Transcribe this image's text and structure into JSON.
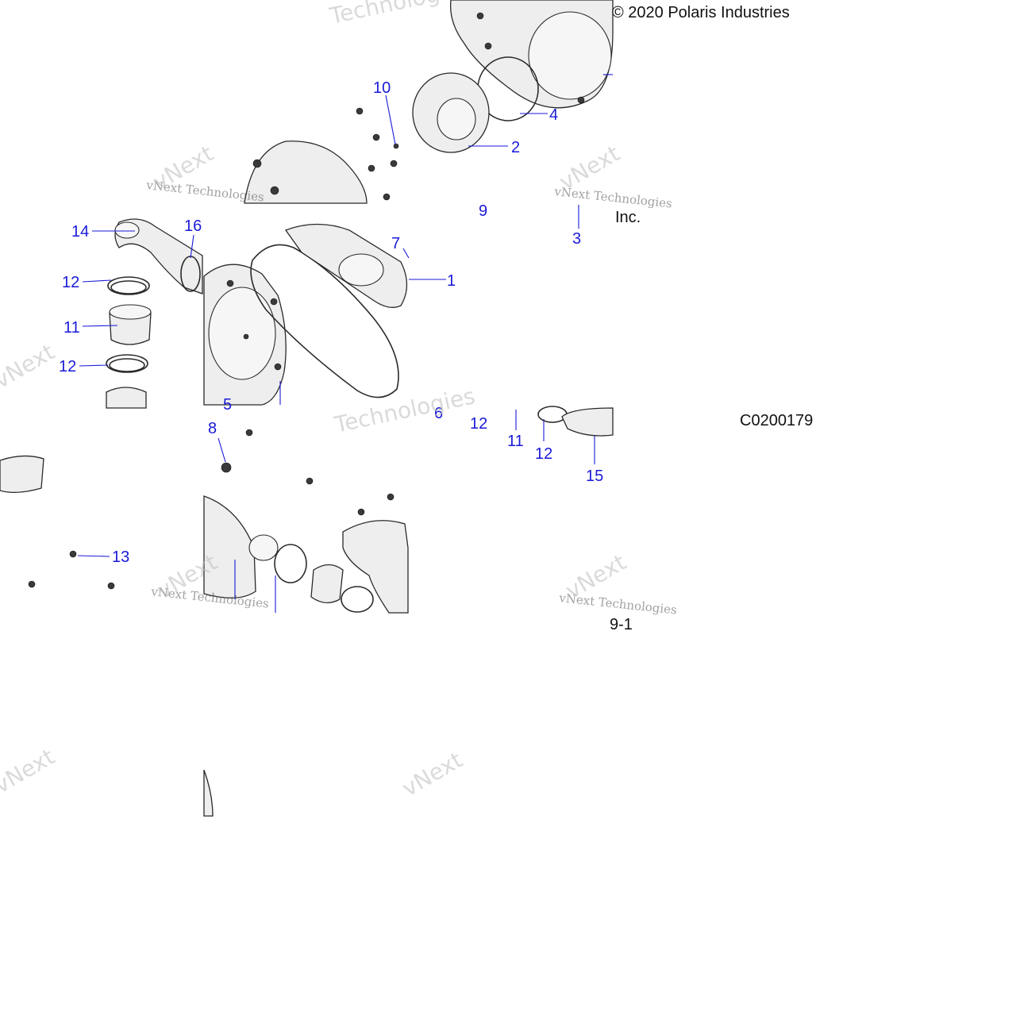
{
  "copyright": "© 2020 Polaris Industries",
  "copyright_suffix": "Inc.",
  "figure_code": "C0200179",
  "page_ref": "9-1",
  "watermark": {
    "line1": "vNext Technologies",
    "line2": "vNext",
    "line3": "Technologies"
  },
  "callouts": {
    "c1": "1",
    "c2": "2",
    "c3": "3",
    "c4": "4",
    "c5": "5",
    "c6": "6",
    "c7": "7",
    "c8": "8",
    "c9": "9",
    "c10": "10",
    "c11a": "11",
    "c11b": "11",
    "c12a": "12",
    "c12b": "12",
    "c12c": "12",
    "c12d": "12",
    "c13": "13",
    "c14": "14",
    "c15": "15",
    "c16": "16"
  }
}
